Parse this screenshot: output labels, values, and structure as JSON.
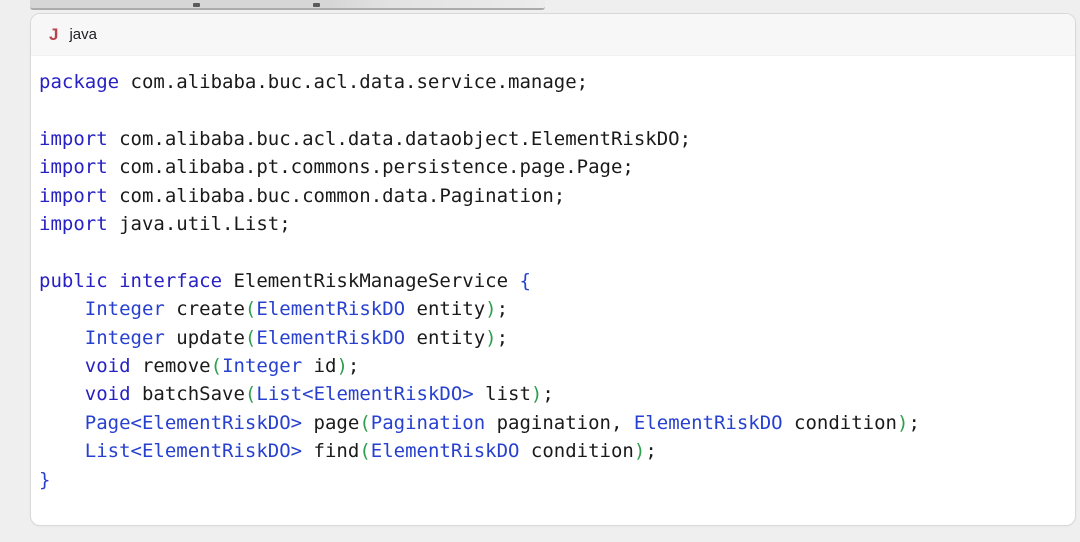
{
  "page": {
    "background_color": "#efeff0"
  },
  "code_block": {
    "header": {
      "icon_letter": "J",
      "icon_color": "#b9444d",
      "language_label": "java"
    },
    "colors": {
      "kw": "#2721c4",
      "type": "#2740cf",
      "brace": "#2740cf",
      "paren": "#2e9e4f",
      "plain": "#1a1a1a"
    },
    "lines": [
      [
        {
          "c": "kw",
          "t": "package"
        },
        {
          "c": "plain",
          "t": " com.alibaba.buc.acl.data.service.manage;"
        }
      ],
      [],
      [
        {
          "c": "kw",
          "t": "import"
        },
        {
          "c": "plain",
          "t": " com.alibaba.buc.acl.data.dataobject.ElementRiskDO;"
        }
      ],
      [
        {
          "c": "kw",
          "t": "import"
        },
        {
          "c": "plain",
          "t": " com.alibaba.pt.commons.persistence.page.Page;"
        }
      ],
      [
        {
          "c": "kw",
          "t": "import"
        },
        {
          "c": "plain",
          "t": " com.alibaba.buc.common.data.Pagination;"
        }
      ],
      [
        {
          "c": "kw",
          "t": "import"
        },
        {
          "c": "plain",
          "t": " java.util.List;"
        }
      ],
      [],
      [
        {
          "c": "kw",
          "t": "public"
        },
        {
          "c": "plain",
          "t": " "
        },
        {
          "c": "kw",
          "t": "interface"
        },
        {
          "c": "plain",
          "t": " ElementRiskManageService "
        },
        {
          "c": "brace",
          "t": "{"
        }
      ],
      [
        {
          "c": "plain",
          "t": "    "
        },
        {
          "c": "type",
          "t": "Integer"
        },
        {
          "c": "plain",
          "t": " create"
        },
        {
          "c": "paren",
          "t": "("
        },
        {
          "c": "type",
          "t": "ElementRiskDO"
        },
        {
          "c": "plain",
          "t": " entity"
        },
        {
          "c": "paren",
          "t": ")"
        },
        {
          "c": "plain",
          "t": ";"
        }
      ],
      [
        {
          "c": "plain",
          "t": "    "
        },
        {
          "c": "type",
          "t": "Integer"
        },
        {
          "c": "plain",
          "t": " update"
        },
        {
          "c": "paren",
          "t": "("
        },
        {
          "c": "type",
          "t": "ElementRiskDO"
        },
        {
          "c": "plain",
          "t": " entity"
        },
        {
          "c": "paren",
          "t": ")"
        },
        {
          "c": "plain",
          "t": ";"
        }
      ],
      [
        {
          "c": "plain",
          "t": "    "
        },
        {
          "c": "kw",
          "t": "void"
        },
        {
          "c": "plain",
          "t": " remove"
        },
        {
          "c": "paren",
          "t": "("
        },
        {
          "c": "type",
          "t": "Integer"
        },
        {
          "c": "plain",
          "t": " id"
        },
        {
          "c": "paren",
          "t": ")"
        },
        {
          "c": "plain",
          "t": ";"
        }
      ],
      [
        {
          "c": "plain",
          "t": "    "
        },
        {
          "c": "kw",
          "t": "void"
        },
        {
          "c": "plain",
          "t": " batchSave"
        },
        {
          "c": "paren",
          "t": "("
        },
        {
          "c": "type",
          "t": "List<ElementRiskDO>"
        },
        {
          "c": "plain",
          "t": " list"
        },
        {
          "c": "paren",
          "t": ")"
        },
        {
          "c": "plain",
          "t": ";"
        }
      ],
      [
        {
          "c": "plain",
          "t": "    "
        },
        {
          "c": "type",
          "t": "Page<ElementRiskDO>"
        },
        {
          "c": "plain",
          "t": " page"
        },
        {
          "c": "paren",
          "t": "("
        },
        {
          "c": "type",
          "t": "Pagination"
        },
        {
          "c": "plain",
          "t": " pagination, "
        },
        {
          "c": "type",
          "t": "ElementRiskDO"
        },
        {
          "c": "plain",
          "t": " condition"
        },
        {
          "c": "paren",
          "t": ")"
        },
        {
          "c": "plain",
          "t": ";"
        }
      ],
      [
        {
          "c": "plain",
          "t": "    "
        },
        {
          "c": "type",
          "t": "List<ElementRiskDO>"
        },
        {
          "c": "plain",
          "t": " find"
        },
        {
          "c": "paren",
          "t": "("
        },
        {
          "c": "type",
          "t": "ElementRiskDO"
        },
        {
          "c": "plain",
          "t": " condition"
        },
        {
          "c": "paren",
          "t": ")"
        },
        {
          "c": "plain",
          "t": ";"
        }
      ],
      [
        {
          "c": "brace",
          "t": "}"
        }
      ]
    ]
  }
}
